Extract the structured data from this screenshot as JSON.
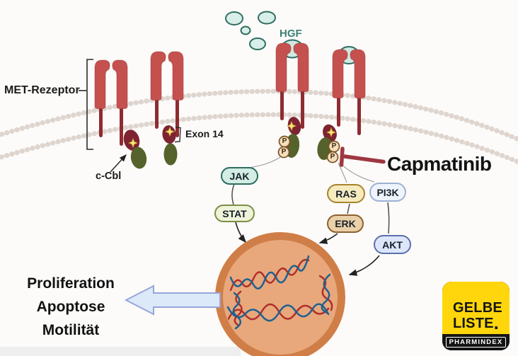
{
  "receptor": {
    "name_label": "MET-Rezeptor",
    "exon_label": "Exon 14",
    "ubiquitin_ligase_label": "c-Cbl",
    "phospho_label": "P"
  },
  "ligand": {
    "label": "HGF"
  },
  "drug": {
    "label": "Capmatinib"
  },
  "signaling": {
    "jak": "JAK",
    "stat": "STAT",
    "ras": "RAS",
    "erk": "ERK",
    "pi3k": "PI3K",
    "akt": "AKT"
  },
  "outcomes": [
    "Proliferation",
    "Apoptose",
    "Motilität"
  ],
  "logo": {
    "line1": "GELBE",
    "line2": "LISTE",
    "dot": ".",
    "subtitle": "PHARMINDEX"
  },
  "colors": {
    "receptor_red": "#c5514f",
    "stem_dark_red": "#8e2c31",
    "kinase_dark_red": "#7d2331",
    "cbl_olive": "#55622c",
    "hgf_teal_fill": "#d8eee8",
    "hgf_teal_stroke": "#2f6e62",
    "phospho_fill": "#f4debc",
    "phospho_stroke": "#7c5222",
    "inhibitor_red": "#9e3740",
    "jak_fill": "#d3ece4",
    "jak_stroke": "#2c6e60",
    "stat_fill": "#eff3d9",
    "stat_stroke": "#7d8f44",
    "ras_fill": "#f6eabf",
    "ras_stroke": "#a8832c",
    "erk_fill": "#ead0a9",
    "erk_stroke": "#8f6030",
    "pi3k_fill": "#eef3fc",
    "pi3k_stroke": "#9db1d2",
    "akt_fill": "#dde6f8",
    "akt_stroke": "#5c6fae",
    "nucleus_ring": "#d07e47",
    "nucleus_fill": "#e8a87c",
    "dna_red": "#b0302a",
    "dna_blue": "#1e6191",
    "block_arrow_fill": "#dce9f8",
    "block_arrow_stroke": "#97a5db",
    "membrane_dots": "#dcd1cb",
    "brand_yellow": "#ffd60b",
    "brand_black": "#141414"
  }
}
